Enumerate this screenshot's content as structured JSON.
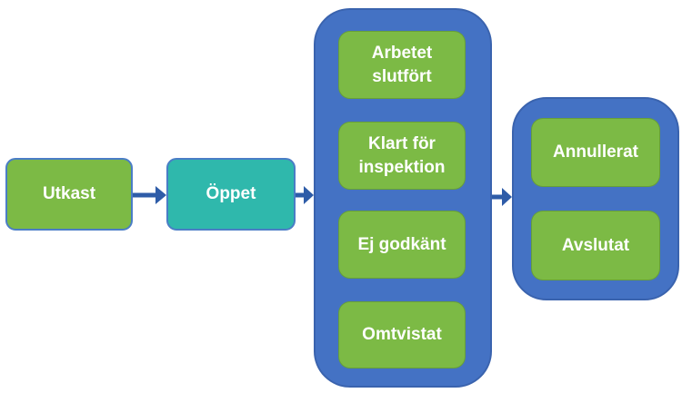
{
  "diagram": {
    "description": "Status workflow flowchart",
    "colors": {
      "node_green": "#7cba45",
      "node_teal": "#2fb8ac",
      "group_blue": "#4472c4",
      "arrow_blue": "#2e5ca8",
      "text": "#ffffff"
    },
    "flow": {
      "draft": {
        "label": "Utkast"
      },
      "open": {
        "label": "Öppet"
      },
      "active_group": {
        "items": [
          {
            "label": "Arbetet slutfört"
          },
          {
            "label": "Klart för inspektion"
          },
          {
            "label": "Ej godkänt"
          },
          {
            "label": "Omtvistat"
          }
        ]
      },
      "final_group": {
        "items": [
          {
            "label": "Annullerat"
          },
          {
            "label": "Avslutat"
          }
        ]
      }
    }
  }
}
